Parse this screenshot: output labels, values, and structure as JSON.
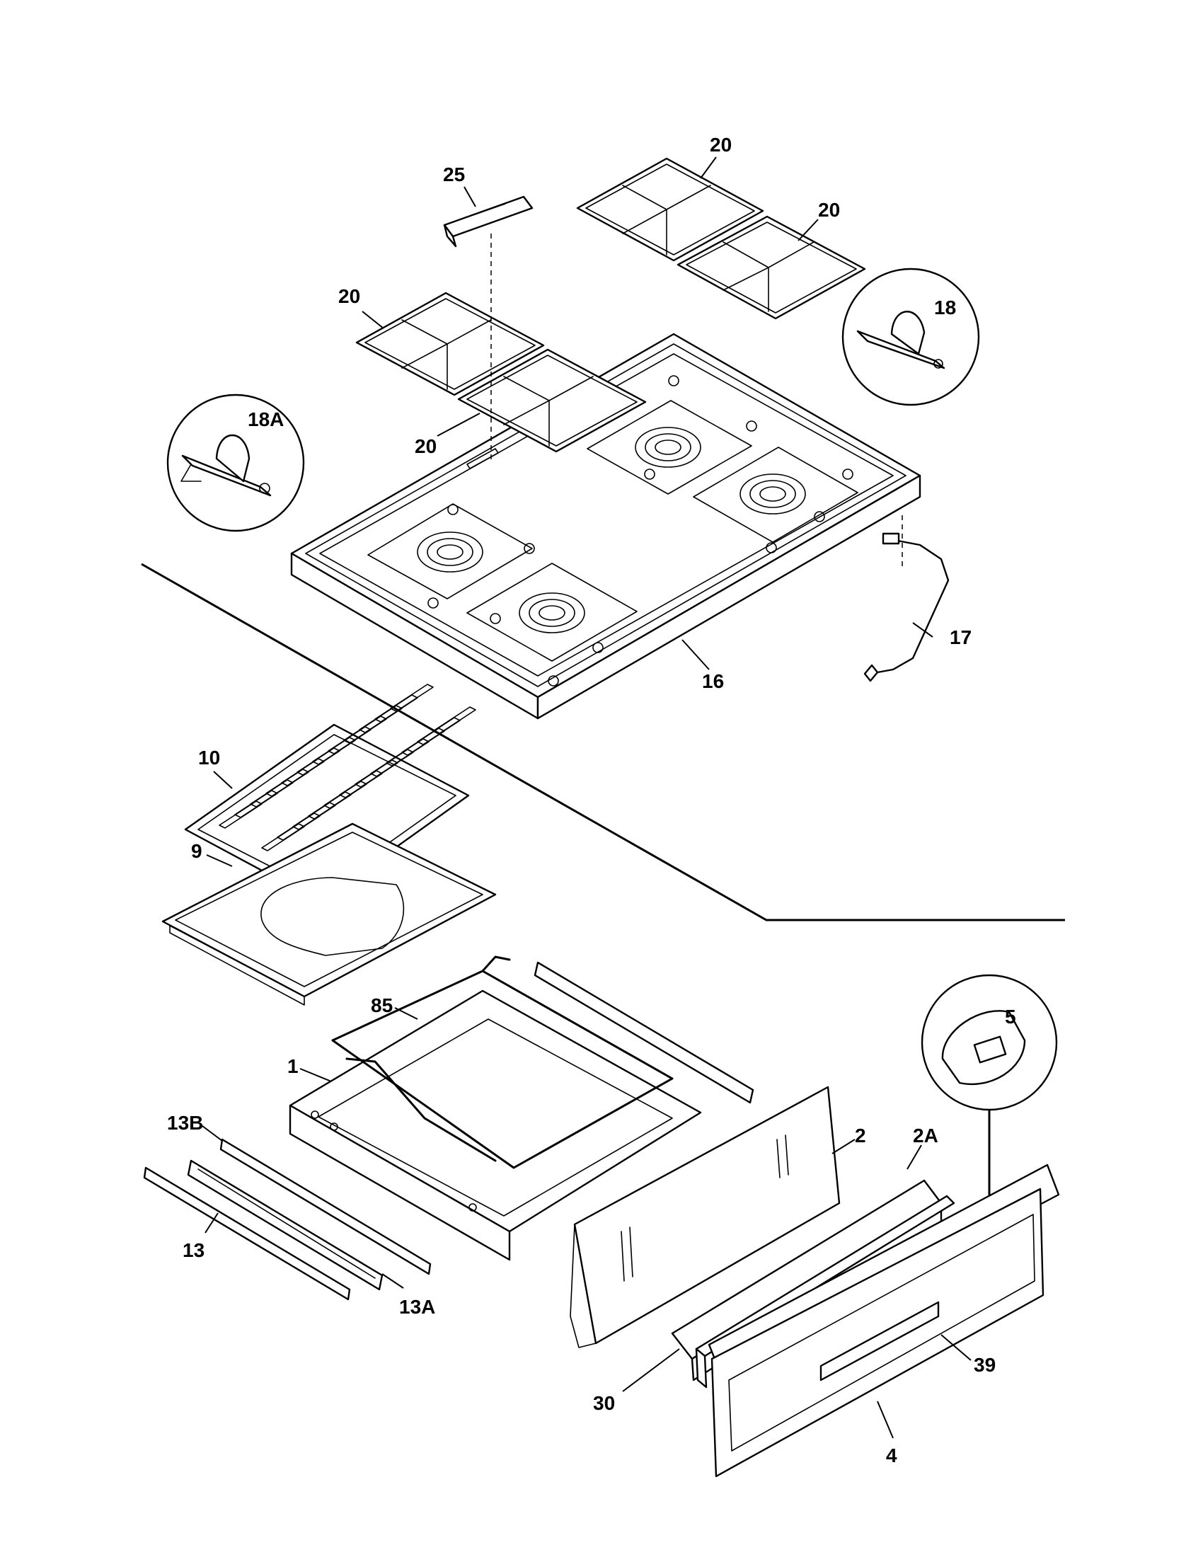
{
  "diagram": {
    "callouts": [
      "20",
      "20",
      "25",
      "20",
      "20",
      "18",
      "18A",
      "16",
      "17",
      "10",
      "9",
      "85",
      "1",
      "13B",
      "13",
      "13A",
      "5",
      "2",
      "2A",
      "39",
      "30",
      "4"
    ]
  }
}
